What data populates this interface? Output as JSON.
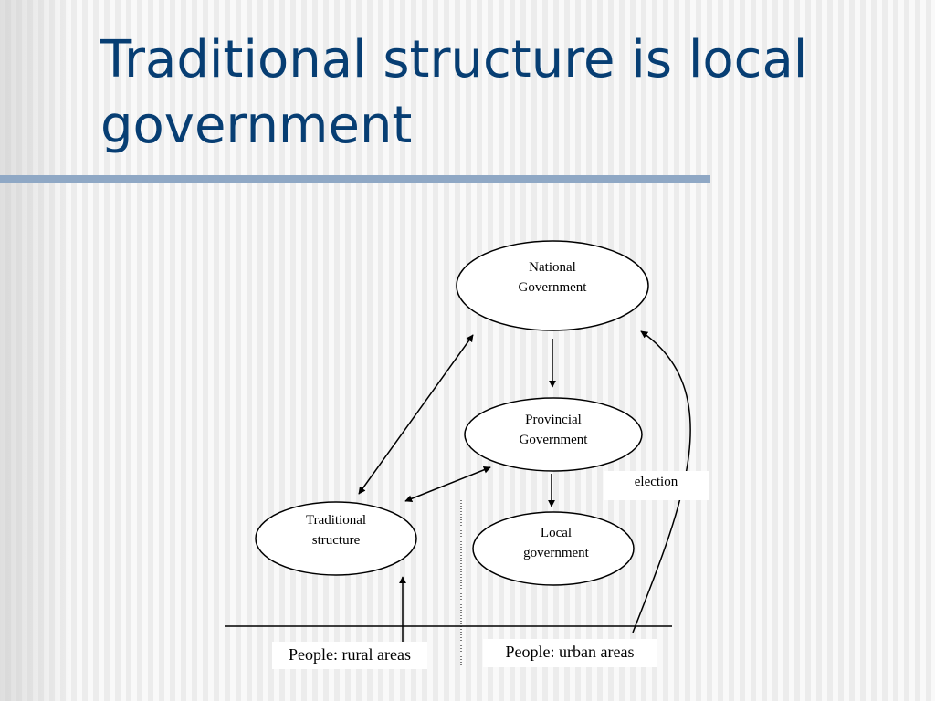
{
  "slide": {
    "title_line1": "Traditional structure is local",
    "title_line2": "government"
  },
  "nodes": {
    "national_line1": "National",
    "national_line2": "Government",
    "provincial_line1": "Provincial",
    "provincial_line2": "Government",
    "traditional_line1": "Traditional",
    "traditional_line2": "structure",
    "local_line1": "Local",
    "local_line2": "government"
  },
  "labels": {
    "election": "election",
    "people_rural": "People: rural areas",
    "people_urban": "People: urban areas"
  },
  "colors": {
    "title": "#073e73",
    "title_rule": "#8fa8c5",
    "stroke": "#000000"
  }
}
